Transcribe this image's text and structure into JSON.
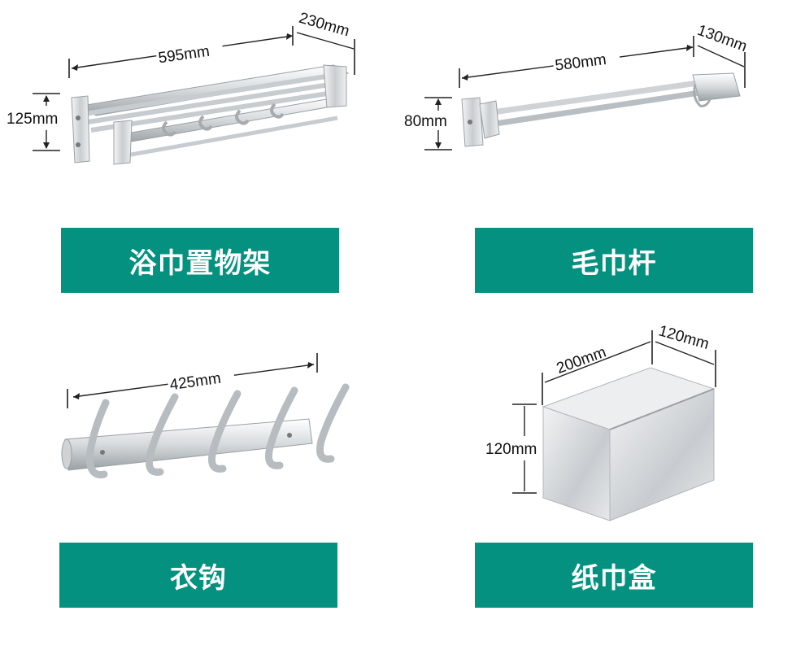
{
  "products": [
    {
      "name": "浴巾置物架",
      "dimensions": {
        "length": "595mm",
        "depth": "230mm",
        "height": "125mm"
      }
    },
    {
      "name": "毛巾杆",
      "dimensions": {
        "length": "580mm",
        "depth": "130mm",
        "height": "80mm"
      }
    },
    {
      "name": "衣钩",
      "dimensions": {
        "length": "425mm"
      }
    },
    {
      "name": "纸巾盒",
      "dimensions": {
        "length": "200mm",
        "depth": "120mm",
        "height": "120mm"
      }
    }
  ],
  "colors": {
    "label_bg": "#05917f",
    "label_text": "#ffffff",
    "metal": "#d9dde0"
  }
}
